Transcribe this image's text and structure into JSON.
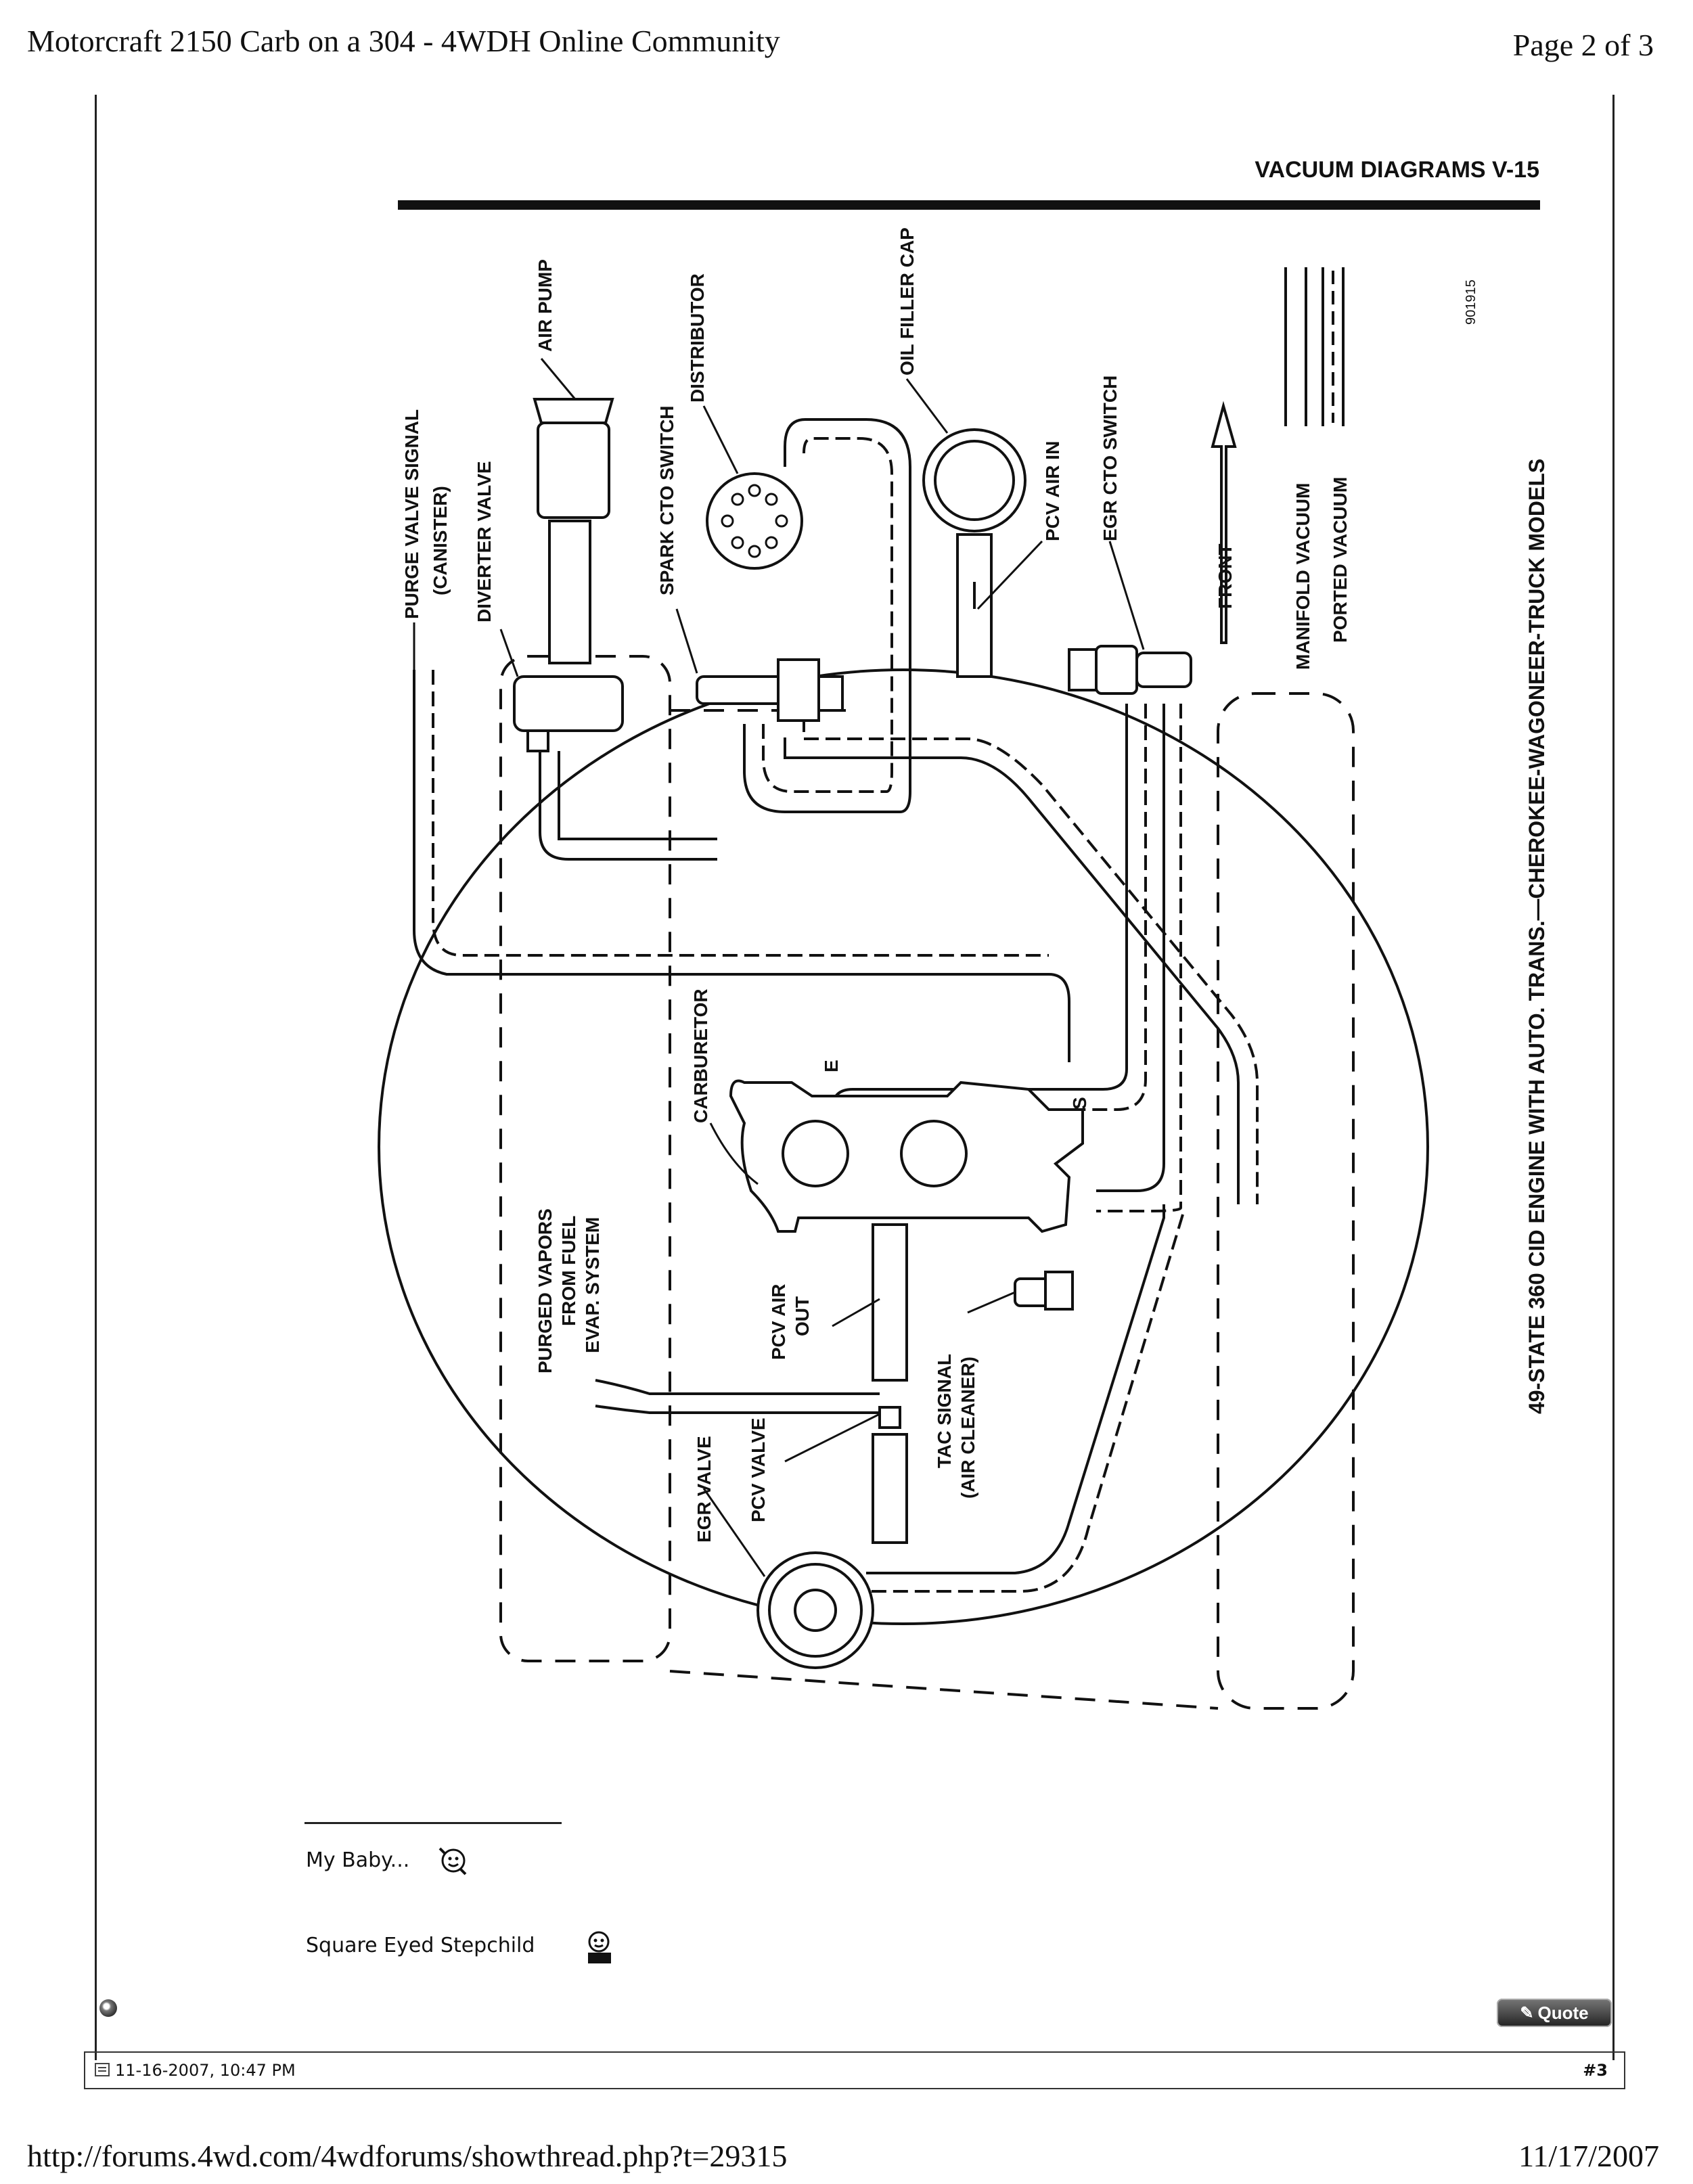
{
  "print_header": {
    "title": "Motorcraft 2150 Carb on a 304 - 4WDH Online Community",
    "page": "Page 2 of 3"
  },
  "print_footer": {
    "url": "http://forums.4wd.com/4wdforums/showthread.php?t=29315",
    "date": "11/17/2007"
  },
  "diagram": {
    "header": "VACUUM DIAGRAMS   V-15",
    "caption": "49-STATE 360 CID ENGINE WITH AUTO. TRANS.—CHEROKEE-WAGONEER-TRUCK MODELS",
    "figure_code": "901915",
    "labels": {
      "purge_valve_signal": "PURGE VALVE SIGNAL",
      "canister": "(CANISTER)",
      "diverter_valve": "DIVERTER VALVE",
      "air_pump": "AIR PUMP",
      "spark_cto_switch": "SPARK CTO SWITCH",
      "distributor": "DISTRIBUTOR",
      "oil_filler_cap": "OIL FILLER CAP",
      "pcv_air_in": "PCV AIR IN",
      "egr_cto_switch": "EGR CTO SWITCH",
      "front": "FRONT",
      "manifold_vacuum": "MANIFOLD VACUUM",
      "ported_vacuum": "PORTED VACUUM",
      "carburetor": "CARBURETOR",
      "port_e": "E",
      "port_s": "S",
      "purged_vapors_1": "PURGED VAPORS",
      "purged_vapors_2": "FROM FUEL",
      "purged_vapors_3": "EVAP. SYSTEM",
      "pcv_air_out_1": "PCV AIR",
      "pcv_air_out_2": "OUT",
      "tac_signal_1": "TAC SIGNAL",
      "tac_signal_2": "(AIR CLEANER)",
      "egr_valve": "EGR VALVE",
      "pcv_valve": "PCV VALVE"
    }
  },
  "signature": {
    "line1": "My Baby...",
    "line2": "Square Eyed Stepchild"
  },
  "post_bar": {
    "date": "11-16-2007, 10:47 PM",
    "post_number": "#3",
    "quote_label": "Quote"
  }
}
